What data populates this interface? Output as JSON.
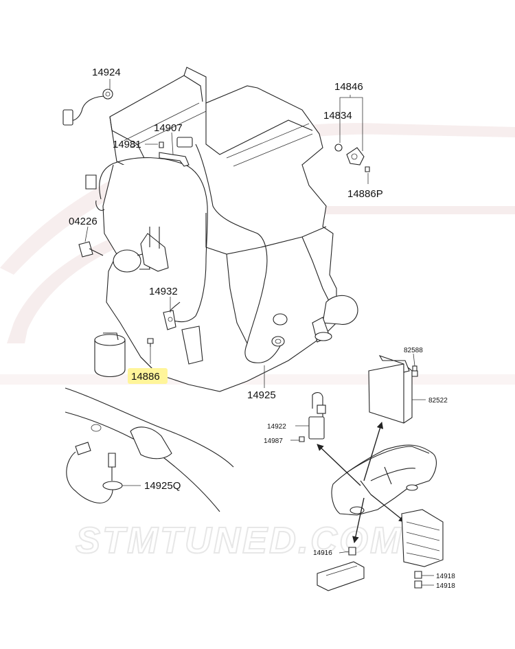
{
  "watermark": "STMTUNED.COM",
  "highlight_color": "#fff59a",
  "part_labels": {
    "p14924": "14924",
    "p14846": "14846",
    "p14834": "14834",
    "p14907": "14907",
    "p14981": "14981",
    "p14886P": "14886P",
    "p04226": "04226",
    "p14932": "14932",
    "p14886": "14886",
    "p14925": "14925",
    "p82588": "82588",
    "p82522": "82522",
    "p14922": "14922",
    "p14987": "14987",
    "p14925Q": "14925Q",
    "p14916": "14916",
    "p14918a": "14918",
    "p14918b": "14918"
  }
}
